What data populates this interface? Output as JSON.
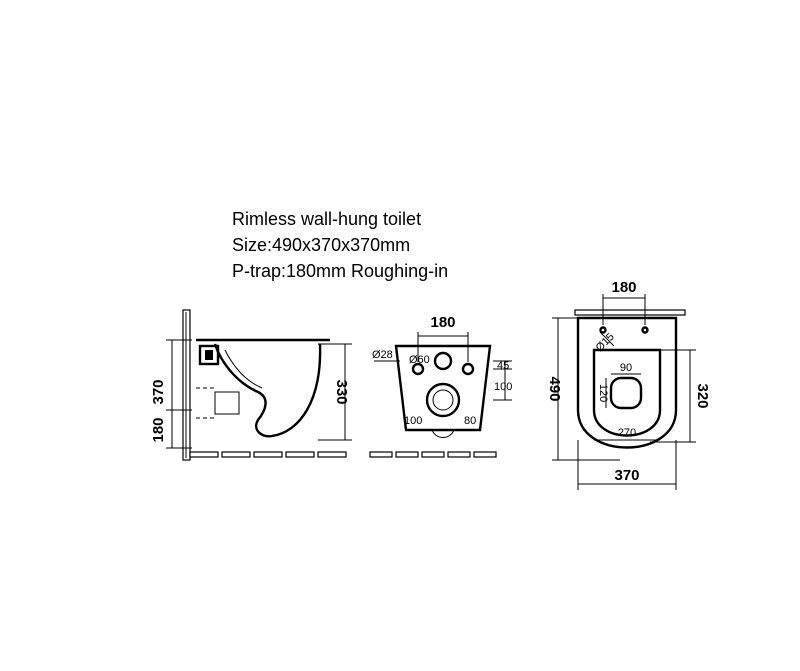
{
  "spec": {
    "line1": "Rimless wall-hung toilet",
    "line2": "Size:490x370x370mm",
    "line3": "P-trap:180mm Roughing-in"
  },
  "side_view": {
    "dim_height": "370",
    "dim_bowl": "330",
    "dim_trap": "180"
  },
  "back_view": {
    "dim_width": "180",
    "dim_hole_small": "Ø28",
    "dim_hole_large": "Ø60",
    "dim_45": "45",
    "dim_100_right": "100",
    "dim_100_left": "100",
    "dim_80": "80"
  },
  "top_view": {
    "dim_180": "180",
    "dim_bolt": "Ø15",
    "dim_490": "490",
    "dim_320": "320",
    "dim_90": "90",
    "dim_120": "120",
    "dim_270": "270",
    "dim_370": "370"
  }
}
